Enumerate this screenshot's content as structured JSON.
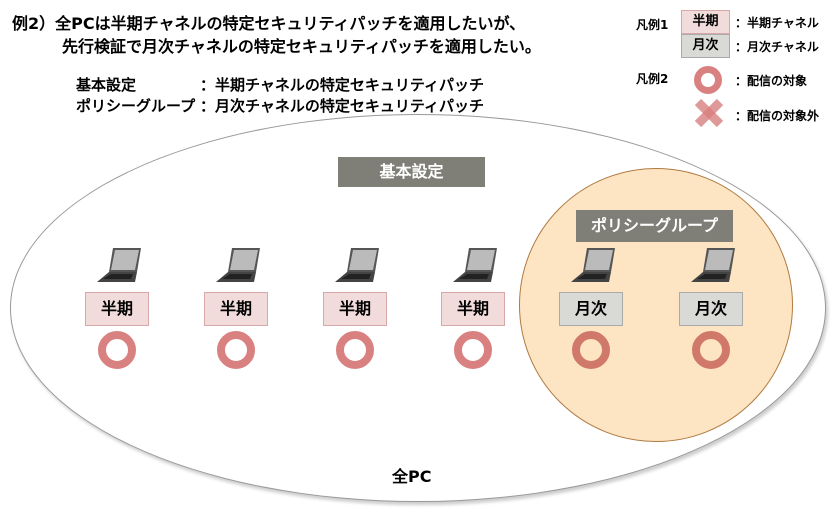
{
  "title": {
    "line1": "例2）全PCは半期チャネルの特定セキュリティパッチを適用したいが、",
    "line2": "先行検証で月次チャネルの特定セキュリティパッチを適用したい。"
  },
  "settings": [
    {
      "name": "基本設定",
      "value": "：半期チャネルの特定セキュリティパッチ"
    },
    {
      "name": "ポリシーグループ",
      "value": "：月次チャネルの特定セキュリティパッチ"
    }
  ],
  "legend": {
    "label1": "凡例1",
    "half": "半期",
    "half_desc": "：半期チャネル",
    "monthly": "月次",
    "monthly_desc": "：月次チャネル",
    "label2": "凡例2",
    "target_desc": "：配信の対象",
    "excluded_desc": "：配信の対象外"
  },
  "diagram": {
    "base_label": "基本設定",
    "policy_label": "ポリシーグループ",
    "all_pc_label": "全PC",
    "pcs": [
      {
        "channel": "半期"
      },
      {
        "channel": "半期"
      },
      {
        "channel": "半期"
      },
      {
        "channel": "半期"
      },
      {
        "channel": "月次"
      },
      {
        "channel": "月次"
      }
    ]
  },
  "colors": {
    "half_bg": "#f2dcdb",
    "monthly_bg": "#d9d9d6",
    "ring": "#d98080",
    "policy_bg": "#fde5c3",
    "label_bg": "#7f7f78"
  }
}
